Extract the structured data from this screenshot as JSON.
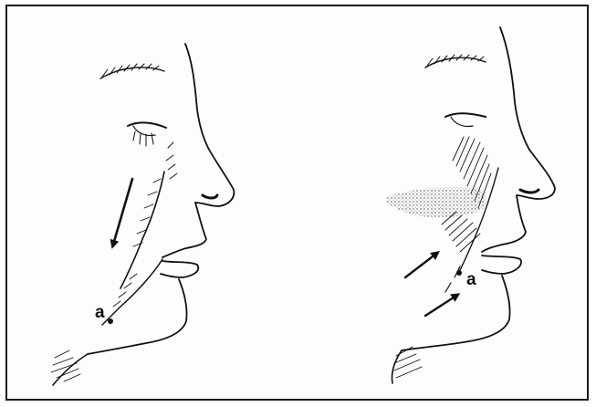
{
  "figure": {
    "panels": [
      {
        "id": "before",
        "point_label": "a"
      },
      {
        "id": "after",
        "point_label": "a"
      }
    ],
    "ink_color": "#111111",
    "paper_color": "#fdfdfb"
  }
}
